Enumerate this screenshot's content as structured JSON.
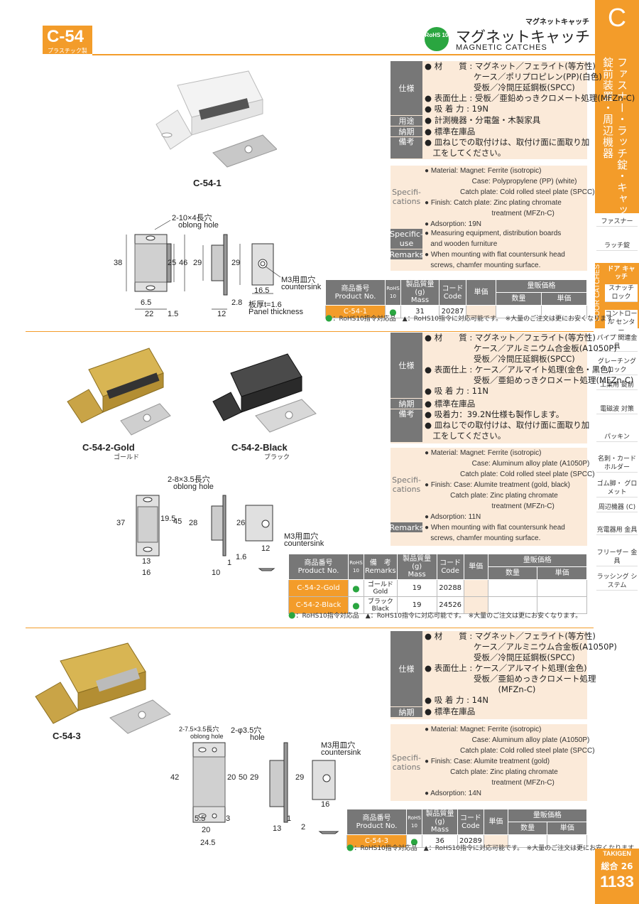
{
  "header": {
    "code": "C-54",
    "code_sub": "プラスチック製",
    "kicker": "マグネットキャッチ",
    "title_jp": "マグネットキャッチ",
    "title_en": "MAGNETIC  CATCHES",
    "rohs": "RoHS 10"
  },
  "sidebar": {
    "letter": "C",
    "category": "ファスナー・ラッチ錠・キャッチ",
    "category2": "錠前装置・周辺機器",
    "door": "DOOR CATCHES",
    "door_jp": "ドア キャッチ",
    "items": [
      "ファスナー",
      "ラッチ錠",
      "スナッチ ロック",
      "コントロール センター",
      "パイプ 関連金具",
      "グレーチング ロック",
      "工業用 錠前",
      "電磁波 対策",
      "パッキン",
      "名刺・カード ホルダー",
      "ゴム脚・ グロメット",
      "周辺機器 (C)",
      "充電器用 金具",
      "フリーザー 金具",
      "ラッシング システム"
    ]
  },
  "footer": {
    "brand": "TAKIGEN",
    "total": "総合 26",
    "page": "1133"
  },
  "p1": {
    "label": "C-54-1",
    "spec_jp_label": "仕様",
    "use_label": "用途",
    "stock_label": "納期",
    "note_label": "備考",
    "spec_jp": "● 材　　質 : マグネット／フェライト(等方性)\n　　　　　　ケース／ポリプロピレン(PP)(白色)\n　　　　　　受板／冷間圧延鋼板(SPCC)\n● 表面仕上 : 受板／亜鉛めっきクロメート処理(MFZn-C)\n● 吸 着 力 : 19N",
    "use": "● 計測機器・分電盤・木製家具",
    "stock": "● 標準在庫品",
    "note": "● 皿ねじでの取付けは、取付け面に面取り加\n　工をしてください。",
    "spec_en_label": "Specifi-\ncations",
    "use_en_label": "Specific-\nuse",
    "remarks_label": "Remarks",
    "spec_en": "● Material: Magnet: Ferrite (isotropic)\n                        Case: Polypropylene (PP) (white)\n                  Catch plate: Cold rolled steel plate (SPCC)\n● Finish: Catch plate: Zinc plating chromate\n                                  treatment (MFZn-C)\n● Adsorption: 19N",
    "use_en": "● Measuring equipment, distribution boards\n   and wooden furniture",
    "remarks_en": "● When mounting with flat countersunk head\n   screws, chamfer mounting surface.",
    "dims": {
      "hole": "2-10×4長穴",
      "hole_en": "oblong hole",
      "d38": "38",
      "d25": "25",
      "d46": "46",
      "d29a": "29",
      "d29b": "29",
      "d6_5": "6.5",
      "d22": "22",
      "d1_5": "1.5",
      "d12": "12",
      "d2_8": "2.8",
      "d16_5": "16.5",
      "m3": "M3用皿穴",
      "m3en": "countersink",
      "panel": "板厚t=1.6",
      "panel_en": "Panel thickness"
    }
  },
  "p2": {
    "label_gold": "C-54-2-Gold",
    "sub_gold": "ゴールド",
    "label_black": "C-54-2-Black",
    "sub_black": "ブラック",
    "spec_jp": "● 材　　質 : マグネット／フェライト(等方性)\n　　　　　　ケース／アルミニウム合金板(A1050P)\n　　　　　　受板／冷間圧延鋼板(SPCC)\n● 表面仕上 : ケース／アルマイト処理(金色・黒色)\n　　　　　　受板／亜鉛めっきクロメート処理(MFZn-C)\n● 吸 着 力 : 11N",
    "stock": "● 標準在庫品",
    "note": "● 吸着力：39.2N仕様も製作します。\n● 皿ねじでの取付けは、取付け面に面取り加\n　工をしてください。",
    "spec_en": "● Material: Magnet: Ferrite (isotropic)\n                        Case: Aluminum alloy plate (A1050P)\n                  Catch plate: Cold rolled steel plate (SPCC)\n● Finish: Case: Alumite treatment (gold, black)\n             Catch plate: Zinc plating chromate\n                                  treatment (MFZn-C)\n● Adsorption: 11N",
    "remarks_en": "● When mounting with flat countersunk head\n   screws, chamfer mounting surface.",
    "dims": {
      "hole": "2-8×3.5長穴",
      "hole_en": "oblong hole",
      "d37": "37",
      "d19_5": "19.5",
      "d45": "45",
      "d28": "28",
      "d26": "26",
      "d13": "13",
      "d16": "16",
      "d10": "10",
      "d1": "1",
      "d1_6": "1.6",
      "d12": "12",
      "m3": "M3用皿穴",
      "m3en": "countersink"
    }
  },
  "p3": {
    "label": "C-54-3",
    "spec_jp": "● 材　　質 : マグネット／フェライト(等方性)\n　　　　　　ケース／アルミニウム合金板(A1050P)\n　　　　　　受板／冷間圧延鋼板(SPCC)\n● 表面仕上 : ケース／アルマイト処理(金色)\n　　　　　　受板／亜鉛めっきクロメート処理\n　　　　　　　　　(MFZn-C)\n● 吸 着 力 : 14N",
    "stock": "● 標準在庫品",
    "spec_en": "● Material: Magnet: Ferrite (isotropic)\n                        Case: Aluminum alloy plate (A1050P)\n                  Catch plate: Cold rolled steel plate (SPCC)\n● Finish: Case: Alumite treatment (gold)\n             Catch plate: Zinc plating chromate\n                                  treatment (MFZn-C)\n● Adsorption: 14N",
    "dims": {
      "hole": "2-7.5×3.5長穴",
      "hole_en": "oblong hole",
      "hole2": "2-φ3.5穴",
      "hole2_en": "hole",
      "d42": "42",
      "d20": "20",
      "d50": "50",
      "d29a": "29",
      "d29b": "29",
      "d5_5": "5.5",
      "d3": "3",
      "d20b": "20",
      "d24_5": "24.5",
      "d13": "13",
      "d1": "1",
      "d2": "2",
      "d16": "16",
      "m3": "M3用皿穴",
      "m3en": "countersink"
    }
  },
  "table": {
    "h_prod": "商品番号",
    "h_prod_en": "Product No.",
    "h_rohs": "RoHS 10",
    "h_mass": "製品質量(g)",
    "h_mass_en": "Mass",
    "h_code": "コード",
    "h_code_en": "Code",
    "h_unit": "単価",
    "h_vol": "量販価格",
    "h_qty": "数量",
    "h_uprice": "単価",
    "h_note": "備　考",
    "h_note_en": "Remarks"
  },
  "rows1": [
    {
      "product": "C-54-1",
      "mass": "31",
      "code": "20287"
    }
  ],
  "rows2": [
    {
      "product": "C-54-2-Gold",
      "remark": "ゴールド",
      "remark_en": "Gold",
      "mass": "19",
      "code": "20288"
    },
    {
      "product": "C-54-2-Black",
      "remark": "ブラック",
      "remark_en": "Black",
      "mass": "19",
      "code": "24526"
    }
  ],
  "rows3": [
    {
      "product": "C-54-3",
      "mass": "36",
      "code": "20289"
    }
  ],
  "legend": {
    "dot": "●",
    "text": "：RoHS10指令対応品　▲：RoHS10指令に対応可能です。",
    "bulk": "※大量のご注文は更にお安くなります。"
  },
  "colors": {
    "accent": "#f39c2a",
    "label_gray": "#777777",
    "spec_bg": "#fbead9",
    "rohs_green": "#2aa640"
  }
}
